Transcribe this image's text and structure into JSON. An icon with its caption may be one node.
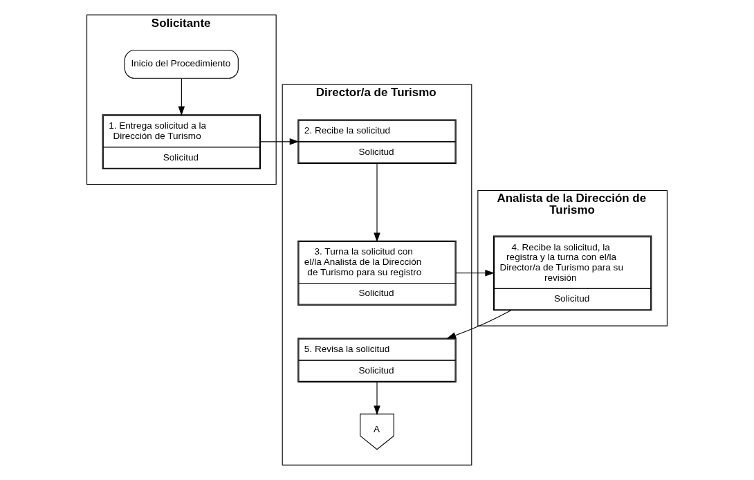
{
  "diagram": {
    "nodes": [
      {
        "text": [
          "Solicitante"
        ]
      },
      {
        "text": [
          "Director/a de Turismo"
        ]
      },
      {
        "text": [
          "Analista de la Dirección de Turismo"
        ]
      },
      {
        "text": [
          "Inicio del Procedimiento"
        ],
        "in": 0
      },
      {
        "text": [
          "1. Entrega solicitud a la Dirección de Turismo",
          "Solicitud"
        ],
        "in": 0
      },
      {
        "text": [
          "2. Recibe la solicitud",
          "Solicitud"
        ],
        "in": 1
      },
      {
        "text": [
          "3. Turna la solicitud con el/la Analista de la Dirección de Turismo para su registro",
          "Solicitud"
        ],
        "in": 1
      },
      {
        "text": [
          "4. Recibe la solicitud, la registra y la turna con el/la Director/a de Turismo para su revisión",
          "Solicitud"
        ],
        "in": 2
      },
      {
        "text": [
          "5. Revisa la solicitud",
          "Solicitud"
        ],
        "in": 1
      },
      {
        "text": [
          "A"
        ],
        "in": 1
      }
    ],
    "edges": [
      {
        "from": 3,
        "to": 4,
        "arrow": "to"
      },
      {
        "from": 4,
        "to": 5,
        "arrow": "to"
      },
      {
        "from": 5,
        "to": 6,
        "arrow": "to"
      },
      {
        "from": 6,
        "to": 7,
        "arrow": "to"
      },
      {
        "from": 7,
        "to": 8,
        "arrow": "to"
      },
      {
        "from": 8,
        "to": 9,
        "arrow": "to"
      }
    ]
  }
}
